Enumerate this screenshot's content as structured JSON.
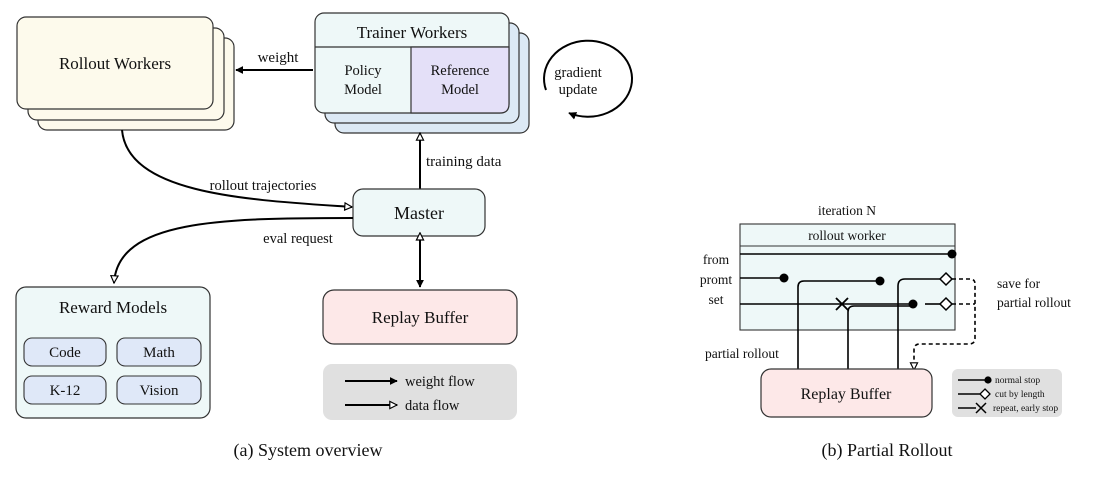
{
  "system": {
    "rollout_workers": "Rollout Workers",
    "trainer": {
      "title": "Trainer Workers",
      "policy_line1": "Policy",
      "policy_line2": "Model",
      "reference_line1": "Reference",
      "reference_line2": "Model"
    },
    "gradient_line1": "gradient",
    "gradient_line2": "update",
    "weight": "weight",
    "training_data": "training data",
    "rollout_trajectories": "rollout trajectories",
    "master": "Master",
    "eval_request": "eval request",
    "reward_models": {
      "title": "Reward Models",
      "items": [
        "Code",
        "Math",
        "K-12",
        "Vision"
      ]
    },
    "replay_buffer": "Replay Buffer",
    "legend": {
      "weight_flow": "weight flow",
      "data_flow": "data flow"
    },
    "caption": "(a) System overview"
  },
  "partial": {
    "iteration": "iteration N",
    "rollout_worker": "rollout worker",
    "from_line1": "from",
    "from_line2": "promt",
    "from_line3": "set",
    "save_line1": "save for",
    "save_line2": "partial rollout",
    "partial_rollout": "partial rollout",
    "replay_buffer": "Replay Buffer",
    "legend": {
      "normal_stop": "normal stop",
      "cut_by_length": "cut by length",
      "repeat_early_stop": "repeat, early stop"
    },
    "caption": "(b) Partial Rollout"
  },
  "colors": {
    "rollout_fill": "#fdfaec",
    "trainer_fill": "#eef8f8",
    "trainer_shadow": "#dce9f5",
    "reference_fill": "#e4e0f8",
    "master_fill": "#eef8f8",
    "reward_fill": "#eef8f8",
    "reward_item_fill": "#dfe8f8",
    "replay_fill": "#fde8e8",
    "legend_fill": "#e0e0e0"
  }
}
